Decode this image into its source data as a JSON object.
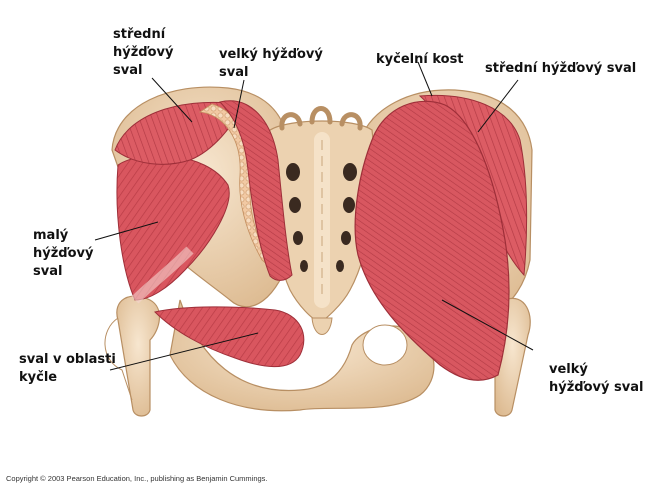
{
  "labels": {
    "gluteus_medius_left": "střední\nhýžďový\nsval",
    "gluteus_maximus_top": "velký hýžďový\nsval",
    "hip_bone": "kyčelní kost",
    "gluteus_medius_right": "střední hýžďový sval",
    "gluteus_minimus": "malý\nhýžďový\nsval",
    "hip_region_muscle": "sval v oblasti\nkyčle",
    "gluteus_maximus_bottom": "velký\nhýžďový sval"
  },
  "copyright": "Copyright © 2003 Pearson Education, Inc., publishing as Benjamin Cummings.",
  "colors": {
    "muscle": "#d9565f",
    "muscle_dark": "#b93c46",
    "muscle_light": "#ec8a8f",
    "bone": "#efd7b8",
    "bone_dark": "#c9a57c",
    "leader": "#111111"
  }
}
